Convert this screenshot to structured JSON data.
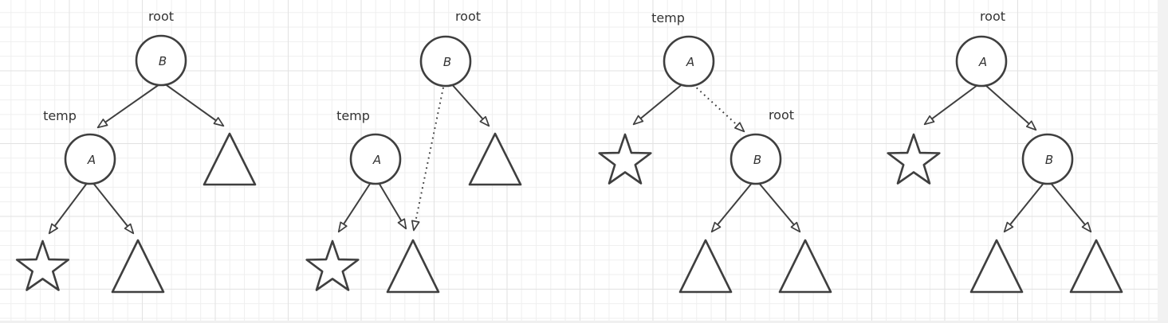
{
  "colors": {
    "stroke": "#3f3f3f",
    "text": "#333333",
    "shape_fill": "#ffffff",
    "shaded_fill": "#8f8f8f",
    "grid_minor": "#efefef",
    "grid_major": "#e2e2e2",
    "canvas_bg": "#ffffff",
    "edge_strip": "#f2f2f2"
  },
  "panels": [
    {
      "name": "step-1",
      "labels": {
        "root": "root",
        "temp": "temp"
      },
      "nodes": {
        "top": "B",
        "mid": "A"
      },
      "leaves": [
        "star",
        "shaded-triangle",
        "triangle"
      ],
      "edges": [
        {
          "from": "B",
          "to": "A",
          "style": "solid"
        },
        {
          "from": "B",
          "to": "triangle",
          "style": "solid"
        },
        {
          "from": "A",
          "to": "star",
          "style": "solid"
        },
        {
          "from": "A",
          "to": "shaded-triangle",
          "style": "solid"
        }
      ]
    },
    {
      "name": "step-2",
      "labels": {
        "root": "root",
        "temp": "temp"
      },
      "nodes": {
        "top": "B",
        "mid": "A"
      },
      "leaves": [
        "star",
        "shaded-triangle",
        "triangle"
      ],
      "edges": [
        {
          "from": "B",
          "to": "triangle",
          "style": "solid"
        },
        {
          "from": "B",
          "to": "shaded-triangle",
          "style": "dotted"
        },
        {
          "from": "A",
          "to": "star",
          "style": "solid"
        },
        {
          "from": "A",
          "to": "shaded-triangle",
          "style": "solid"
        }
      ]
    },
    {
      "name": "step-3",
      "labels": {
        "temp": "temp",
        "root": "root"
      },
      "nodes": {
        "top": "A",
        "mid": "B"
      },
      "leaves": [
        "star",
        "shaded-triangle",
        "triangle"
      ],
      "edges": [
        {
          "from": "A",
          "to": "star",
          "style": "solid"
        },
        {
          "from": "A",
          "to": "B",
          "style": "dotted"
        },
        {
          "from": "B",
          "to": "shaded-triangle",
          "style": "solid"
        },
        {
          "from": "B",
          "to": "triangle",
          "style": "solid"
        }
      ]
    },
    {
      "name": "step-4",
      "labels": {
        "root": "root"
      },
      "nodes": {
        "top": "A",
        "mid": "B"
      },
      "leaves": [
        "star",
        "shaded-triangle",
        "triangle"
      ],
      "edges": [
        {
          "from": "A",
          "to": "star",
          "style": "solid"
        },
        {
          "from": "A",
          "to": "B",
          "style": "solid"
        },
        {
          "from": "B",
          "to": "shaded-triangle",
          "style": "solid"
        },
        {
          "from": "B",
          "to": "triangle",
          "style": "solid"
        }
      ]
    }
  ]
}
